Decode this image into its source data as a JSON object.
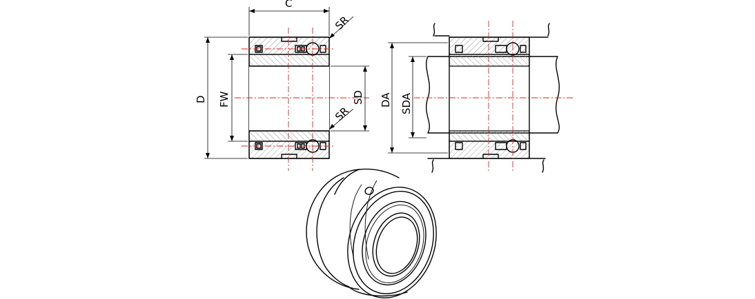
{
  "labels": {
    "c": "C",
    "sr_top": "SR",
    "sr_bottom": "SR",
    "d": "D",
    "fw": "FW",
    "sd": "SD",
    "da": "DA",
    "sda": "SDA"
  },
  "colors": {
    "outline": "#000000",
    "centerline": "#e0201e",
    "hatch": "#888888"
  }
}
